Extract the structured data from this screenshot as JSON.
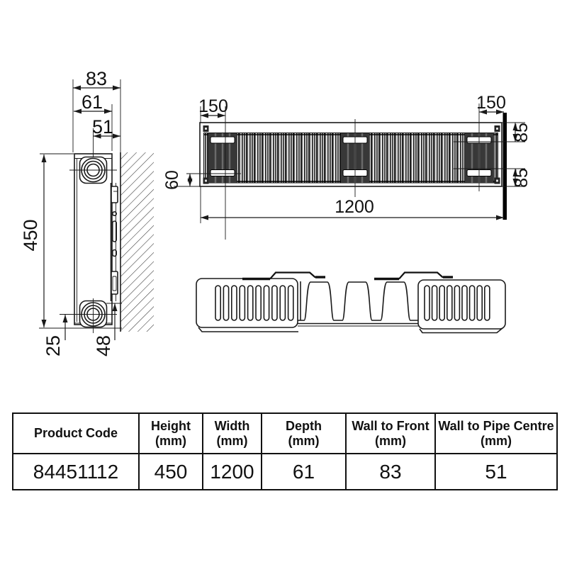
{
  "side_view": {
    "dim_wall_to_front": "83",
    "dim_depth": "61",
    "dim_wall_to_pipe_centre": "51",
    "dim_height": "450",
    "dim_bottom_clearance": "25",
    "dim_bracket_bottom": "48"
  },
  "top_view": {
    "dim_bracket_inset_left": "150",
    "dim_bracket_inset_right": "150",
    "dim_end_to_bracket_top": "85",
    "dim_end_to_bracket_bottom": "85",
    "dim_edge": "60",
    "dim_width": "1200"
  },
  "spec_table": {
    "columns": [
      {
        "title": "Product Code",
        "unit": ""
      },
      {
        "title": "Height",
        "unit": "(mm)"
      },
      {
        "title": "Width",
        "unit": "(mm)"
      },
      {
        "title": "Depth",
        "unit": "(mm)"
      },
      {
        "title": "Wall to Front",
        "unit": "(mm)"
      },
      {
        "title": "Wall to Pipe Centre",
        "unit": "(mm)"
      }
    ],
    "row": [
      "84451112",
      "450",
      "1200",
      "61",
      "83",
      "51"
    ]
  },
  "colors": {
    "line": "#1a1a1a",
    "bracket_dark": "#383838",
    "wall": "#000000"
  }
}
